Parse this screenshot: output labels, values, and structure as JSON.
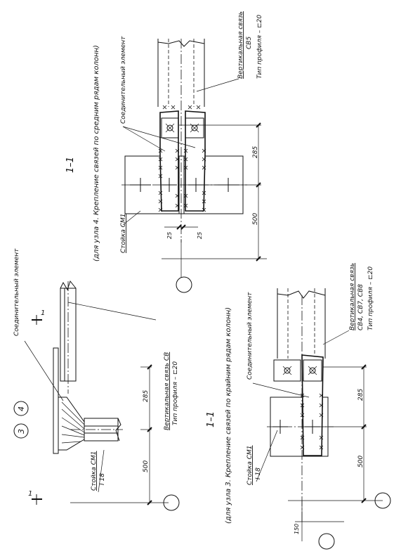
{
  "drawing": {
    "node_label_a": "3",
    "node_label_b": "4",
    "section_mark": "1",
    "upper": {
      "title": "1–1",
      "caption": "(для узла 4. Крепление связей по средним рядам колонн)",
      "connector_label": "Соединительный элемент",
      "brace_label": "Вертикальная связь",
      "brace_code": "СВ5",
      "profile_label": "Тип профиля – ⊏20",
      "post_label": "Стойка СМ1",
      "dim_500": "500",
      "dim_285": "285",
      "dim_25_left": "25",
      "dim_25_right": "25"
    },
    "lower": {
      "title": "1–1",
      "caption": "(для узла 3. Крепление связей по крайним рядам колонн)",
      "connector_label": "Соединительный элемент",
      "brace_label": "Вертикальная связь",
      "brace_code": "СВ4, СВ7, СВ8",
      "profile_label": "Тип профиля – ⊏20",
      "post_label": "Стойка СМ1",
      "post_section": "I 18",
      "dim_500": "500",
      "dim_285": "285",
      "dim_150": "150"
    },
    "left": {
      "connector_label": "Соединительный элемент",
      "brace_label": "Вертикальная связь СВ",
      "profile_label": "Тип профиля – ⊏20",
      "post_label": "Стойка СМ1",
      "post_section": "I 18",
      "dim_500": "500",
      "dim_285": "285"
    }
  }
}
